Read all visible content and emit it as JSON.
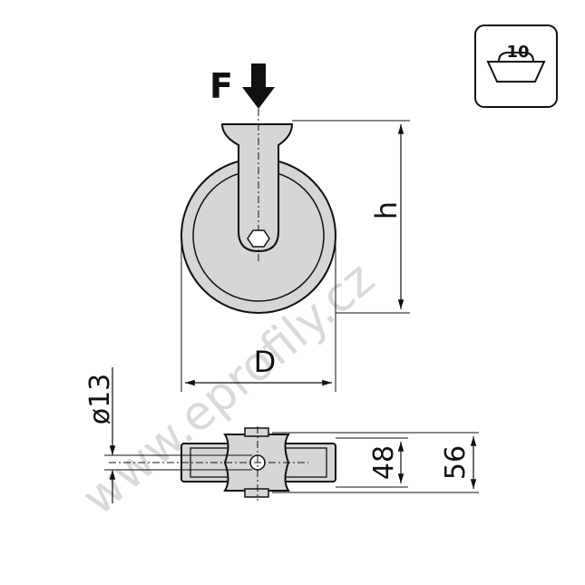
{
  "profile_badge": {
    "number": "10"
  },
  "force": {
    "label": "F"
  },
  "dimensions": {
    "height_label": "h",
    "diameter_label": "D",
    "bolt_label": "ø13",
    "width_inner": "48",
    "width_outer": "56"
  },
  "watermark": {
    "text": "www.eprofily.cz"
  },
  "colors": {
    "part_fill": "#d6d6d6",
    "stroke": "#111111",
    "watermark": "#d9d9d9"
  }
}
